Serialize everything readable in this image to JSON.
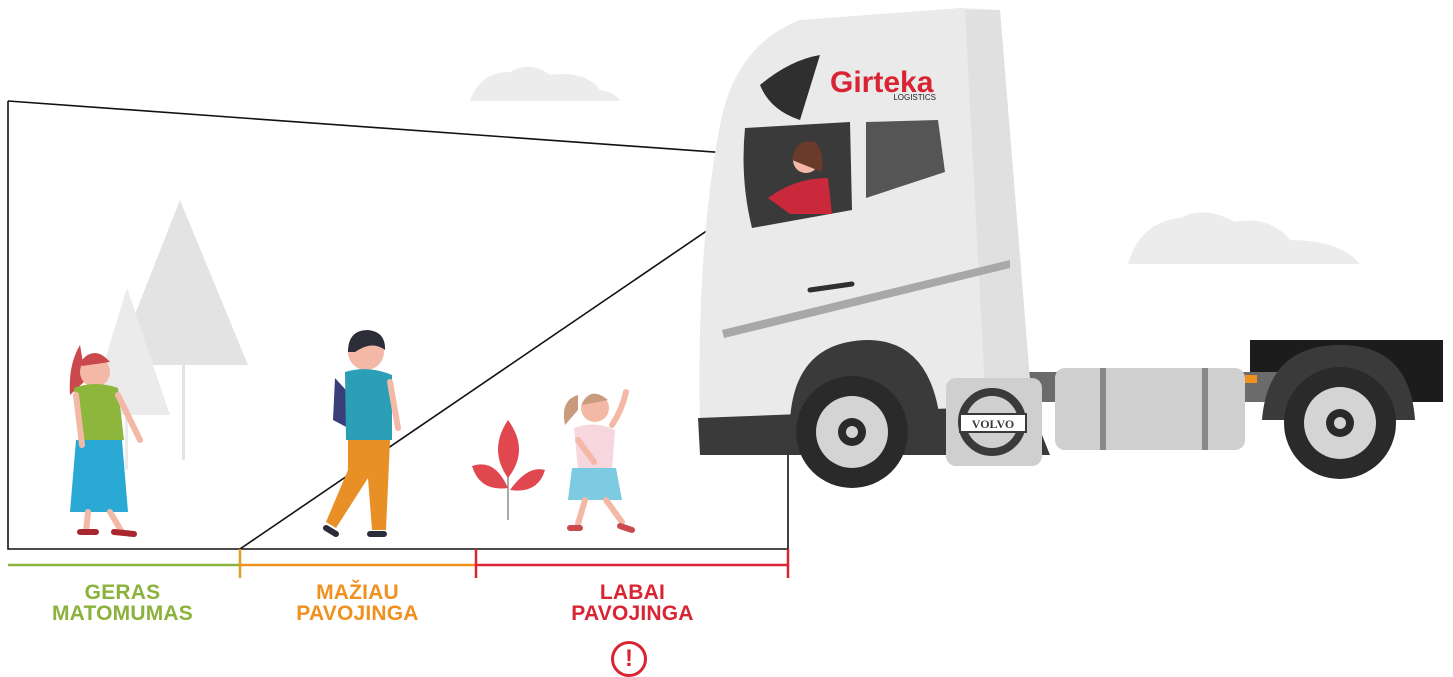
{
  "brand": {
    "name": "Girteka",
    "sub": "LOGISTICS",
    "truck_badge": "VOLVO"
  },
  "zones": {
    "good": {
      "line1": "GERAS",
      "line2": "MATOMUMAS",
      "color": "#8cb23e"
    },
    "less": {
      "line1": "MAŽIAU",
      "line2": "PAVOJINGA",
      "color": "#f0901f"
    },
    "very": {
      "line1": "LABAI",
      "line2": "PAVOJINGA",
      "color": "#d92433"
    }
  },
  "warning": {
    "symbol": "!",
    "color": "#d92433"
  },
  "colors": {
    "truck_body": "#eaeaea",
    "truck_dark": "#2f2f2f",
    "tree": "#e3e3e3",
    "cloud": "#ececec",
    "brand_red": "#d92433"
  }
}
